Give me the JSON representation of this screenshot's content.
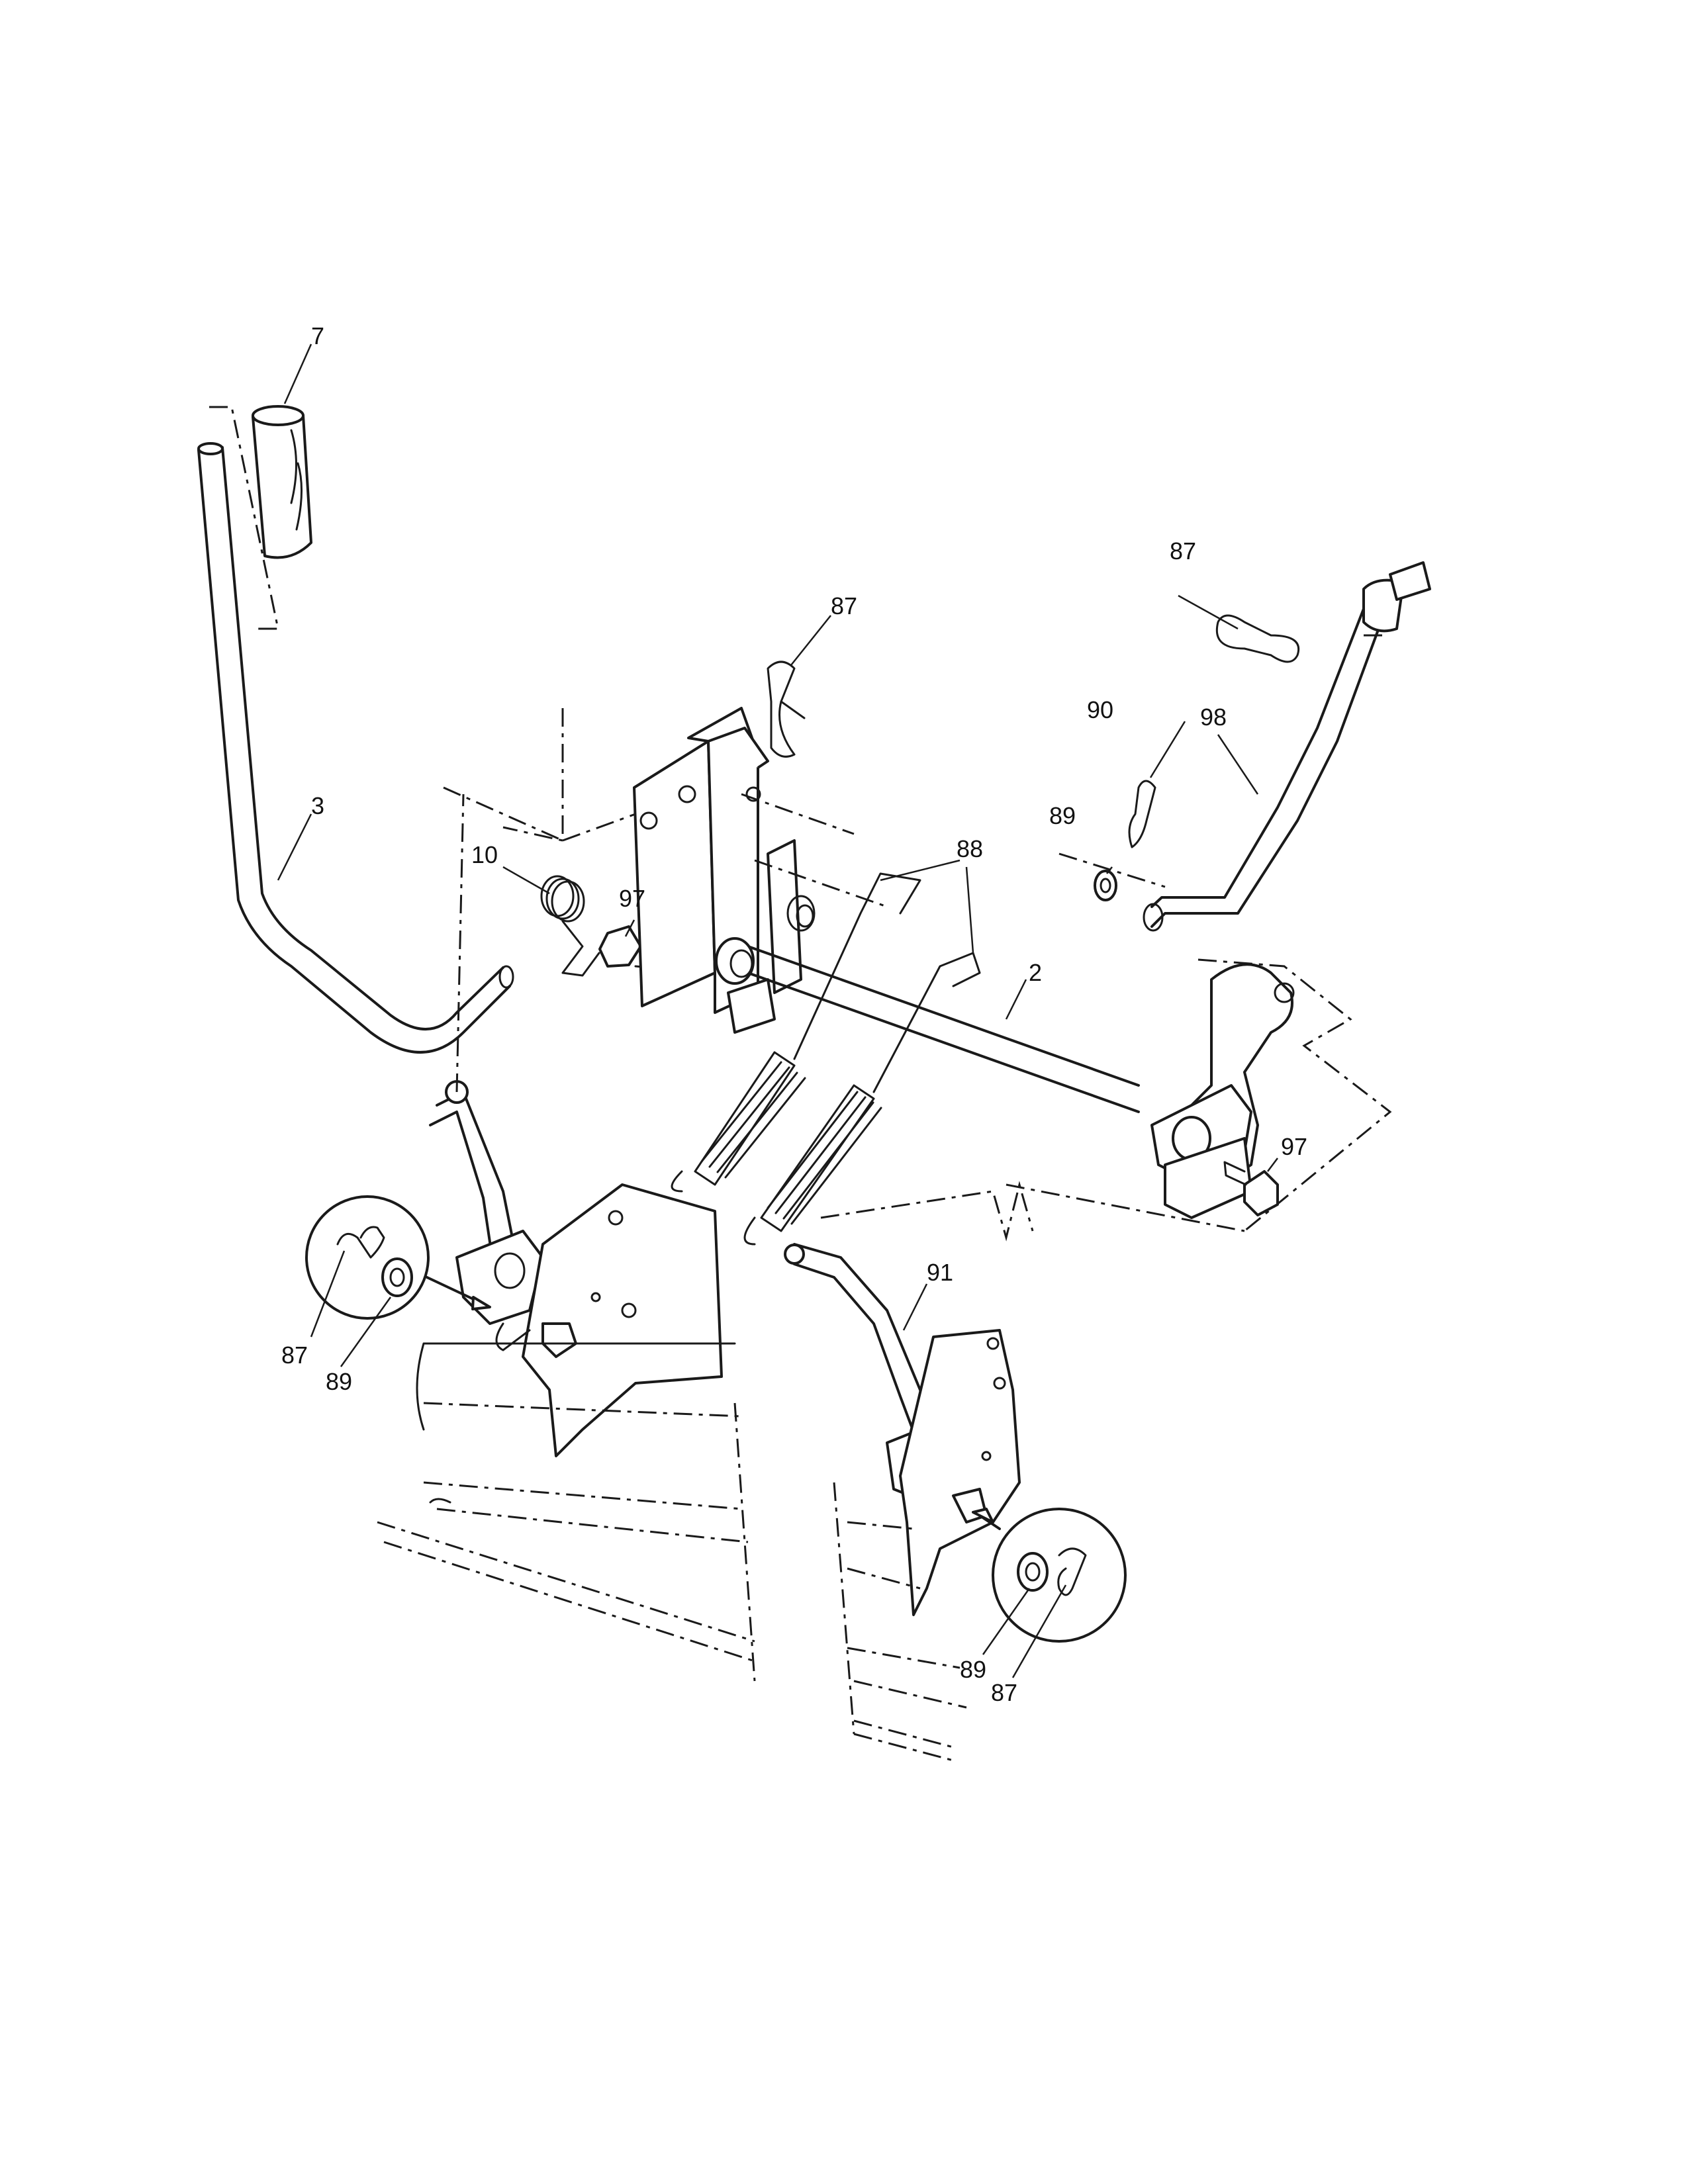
{
  "callouts": [
    {
      "id": "c7",
      "text": "7"
    },
    {
      "id": "c87a",
      "text": "87"
    },
    {
      "id": "c87b",
      "text": "87"
    },
    {
      "id": "c3",
      "text": "3"
    },
    {
      "id": "c10",
      "text": "10"
    },
    {
      "id": "c97a",
      "text": "97"
    },
    {
      "id": "c88",
      "text": "88"
    },
    {
      "id": "c90",
      "text": "90"
    },
    {
      "id": "c98",
      "text": "98"
    },
    {
      "id": "c89a",
      "text": "89"
    },
    {
      "id": "c2",
      "text": "2"
    },
    {
      "id": "c97b",
      "text": "97"
    },
    {
      "id": "c91",
      "text": "91"
    },
    {
      "id": "c87c",
      "text": "87"
    },
    {
      "id": "c89b",
      "text": "89"
    },
    {
      "id": "c89c",
      "text": "89"
    },
    {
      "id": "c87d",
      "text": "87"
    }
  ]
}
